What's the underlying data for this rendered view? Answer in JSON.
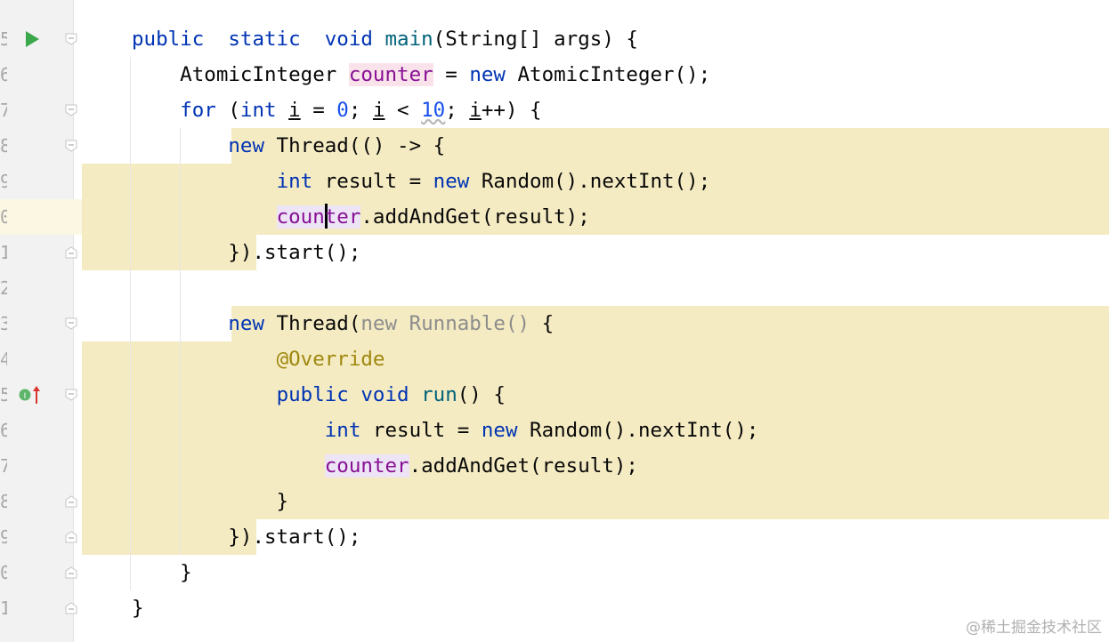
{
  "editor": {
    "line_numbers": [
      "5",
      "6",
      "7",
      "8",
      "9",
      "0",
      "1",
      "2",
      "3",
      "4",
      "5",
      "6",
      "7",
      "8",
      "9",
      "0",
      "1"
    ],
    "code_lines": [
      [
        [
          "kw",
          "public"
        ],
        [
          "",
          "  "
        ],
        [
          "kw",
          "static"
        ],
        [
          "",
          "  "
        ],
        [
          "kw",
          "void"
        ],
        [
          "",
          " "
        ],
        [
          "fn",
          "main"
        ],
        [
          "",
          "(String[] args) {"
        ]
      ],
      [
        [
          "",
          "    AtomicInteger "
        ],
        [
          "decl",
          "counter"
        ],
        [
          "",
          " = "
        ],
        [
          "kw",
          "new"
        ],
        [
          "",
          " AtomicInteger();"
        ]
      ],
      [
        [
          "",
          "    "
        ],
        [
          "kw",
          "for"
        ],
        [
          "",
          " ("
        ],
        [
          "kw",
          "int"
        ],
        [
          "",
          " "
        ],
        [
          "ul",
          "i"
        ],
        [
          "",
          " = "
        ],
        [
          "num",
          "0"
        ],
        [
          "",
          "; "
        ],
        [
          "ul",
          "i"
        ],
        [
          "",
          " < "
        ],
        [
          "numw",
          "10"
        ],
        [
          "",
          "; "
        ],
        [
          "ul",
          "i"
        ],
        [
          "",
          "++) {"
        ]
      ],
      [
        [
          "",
          "        "
        ],
        [
          "kw",
          "new"
        ],
        [
          "",
          " Thread(() -> {"
        ]
      ],
      [
        [
          "",
          "            "
        ],
        [
          "kw",
          "int"
        ],
        [
          "",
          " result = "
        ],
        [
          "kw",
          "new"
        ],
        [
          "",
          " Random().nextInt();"
        ]
      ],
      [
        [
          "",
          "            "
        ],
        [
          "usecur",
          "coun|ter"
        ],
        [
          "",
          ".addAndGet(result);"
        ]
      ],
      [
        [
          "",
          "        }).start();"
        ]
      ],
      [
        [
          "",
          ""
        ]
      ],
      [
        [
          "",
          "        "
        ],
        [
          "kw",
          "new"
        ],
        [
          "",
          " Thread("
        ],
        [
          "gray",
          "new Runnable()"
        ],
        [
          "",
          " {"
        ]
      ],
      [
        [
          "",
          "            "
        ],
        [
          "ann",
          "@Override"
        ]
      ],
      [
        [
          "",
          "            "
        ],
        [
          "kw",
          "public"
        ],
        [
          "",
          " "
        ],
        [
          "kw",
          "void"
        ],
        [
          "",
          " "
        ],
        [
          "fn",
          "run"
        ],
        [
          "",
          "() {"
        ]
      ],
      [
        [
          "",
          "                "
        ],
        [
          "kw",
          "int"
        ],
        [
          "",
          " result = "
        ],
        [
          "kw",
          "new"
        ],
        [
          "",
          " Random().nextInt();"
        ]
      ],
      [
        [
          "",
          "                "
        ],
        [
          "use",
          "counter"
        ],
        [
          "",
          ".addAndGet(result);"
        ]
      ],
      [
        [
          "",
          "            }"
        ]
      ],
      [
        [
          "",
          "        }).start();"
        ]
      ],
      [
        [
          "",
          "    }"
        ]
      ],
      [
        [
          "",
          "}"
        ]
      ]
    ]
  },
  "gutter_icons": {
    "run": "run-icon",
    "implements": "implements-method-icon",
    "implements_label": "I"
  },
  "watermark": "@稀土掘金技术社区",
  "colors": {
    "keyword": "#0033b3",
    "method": "#00627a",
    "number": "#1750eb",
    "field": "#871094",
    "annotation": "#9e880d",
    "highlight": "#f5ebc3"
  }
}
